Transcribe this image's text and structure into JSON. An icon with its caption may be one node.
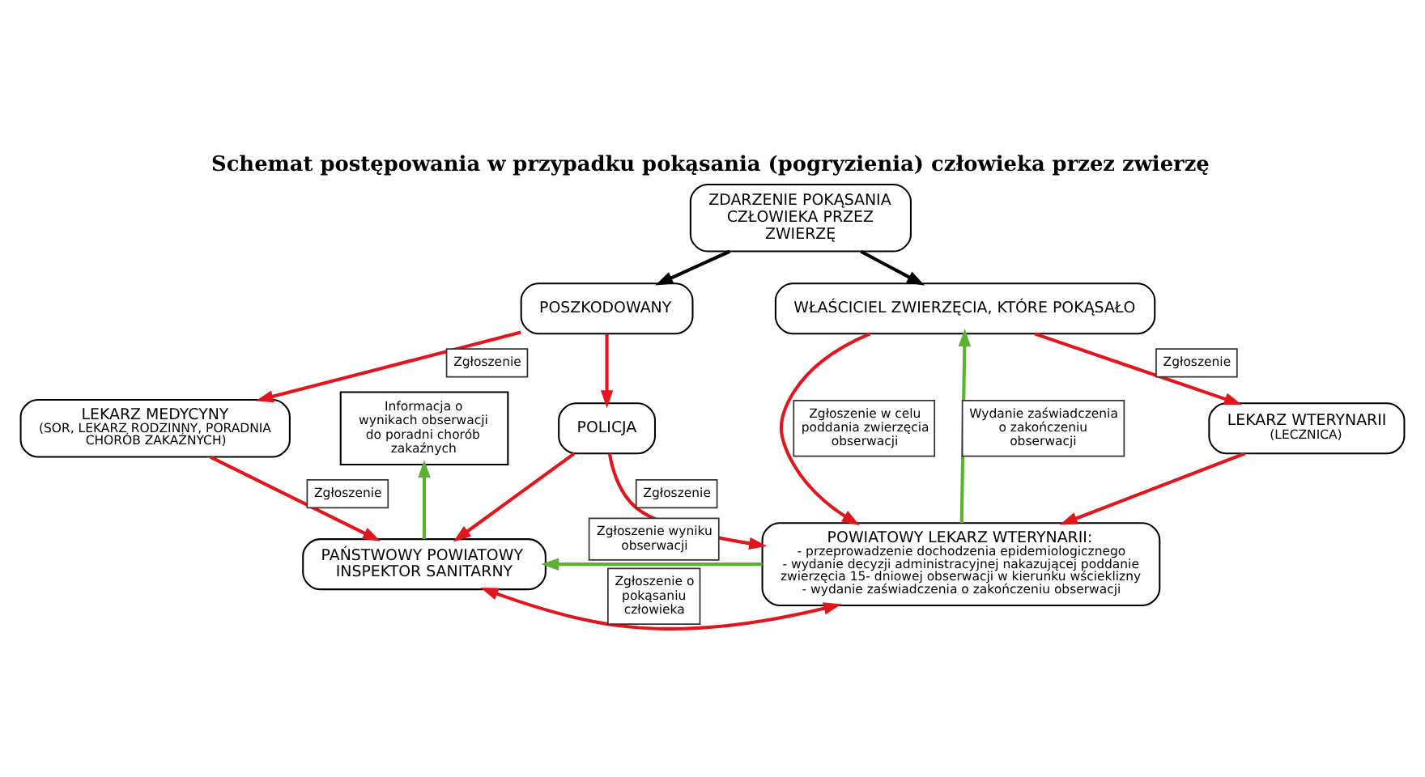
{
  "diagram": {
    "title": "Schemat postępowania w przypadku pokąsania (pogryzienia) człowieka przez zwierzę",
    "nodes": [
      {
        "text": [
          "ZDARZENIE POKĄSANIA CZŁOWIEKA PRZEZ ZWIERZĘ"
        ]
      },
      {
        "text": [
          "POSZKODOWANY"
        ]
      },
      {
        "text": [
          "WŁAŚCICIEL ZWIERZĘCIA, KTÓRE POKĄSAŁO"
        ]
      },
      {
        "text": [
          "LEKARZ MEDYCYNY",
          "(SOR, LEKARZ RODZINNY, PORADNIA CHORÓB ZAKAŹNYCH)"
        ]
      },
      {
        "text": [
          "POLICJA"
        ]
      },
      {
        "text": [
          "LEKARZ WTERYNARII",
          "(LECZNICA)"
        ]
      },
      {
        "text": [
          "PAŃSTWOWY POWIATOWY INSPEKTOR SANITARNY"
        ]
      },
      {
        "text": [
          "POWIATOWY LEKARZ WTERYNARII:",
          "- przeprowadzenie dochodzenia epidemiologicznego",
          "- wydanie decyzji administracyjnej nakazującej poddanie zwierzęcia 15- dniowej obserwacji w kierunku wścieklizny",
          "- wydanie zaświadczenia o zakończeniu obserwacji"
        ]
      },
      {
        "text": [
          "Informacja o wynikach obserwacji do poradni chorób zakaźnych"
        ]
      }
    ],
    "edges": [
      {
        "from": 0,
        "to": 1,
        "arrow": "to",
        "color": "#000000"
      },
      {
        "from": 0,
        "to": 2,
        "arrow": "to",
        "color": "#000000"
      },
      {
        "from": 1,
        "to": 3,
        "arrow": "to",
        "label": "Zgłoszenie"
      },
      {
        "from": 1,
        "to": 4,
        "arrow": "to"
      },
      {
        "from": 2,
        "to": 7,
        "arrow": "to",
        "label": "Zgłoszenie w celu poddania zwierzęcia obserwacji"
      },
      {
        "from": 2,
        "to": 5,
        "arrow": "to",
        "label": "Zgłoszenie"
      },
      {
        "from": 7,
        "to": 2,
        "arrow": "to",
        "label": "Wydanie zaświadczenia o zakończeniu obserwacji",
        "color": "#5cb130"
      },
      {
        "from": 3,
        "to": 6,
        "arrow": "to",
        "label": "Zgłoszenie"
      },
      {
        "from": 6,
        "to": 8,
        "arrow": "to",
        "color": "#5cb130"
      },
      {
        "from": 4,
        "to": 6,
        "arrow": "to"
      },
      {
        "from": 4,
        "to": 7,
        "arrow": "to",
        "label": "Zgłoszenie"
      },
      {
        "from": 5,
        "to": 7,
        "arrow": "to"
      },
      {
        "from": 6,
        "to": 7,
        "arrow": "both",
        "label": "Zgłoszenie o pokąsaniu człowieka"
      },
      {
        "from": 7,
        "to": 6,
        "arrow": "to",
        "label": "Zgłoszenie wyniku obserwacji",
        "color": "#5cb130"
      }
    ]
  }
}
